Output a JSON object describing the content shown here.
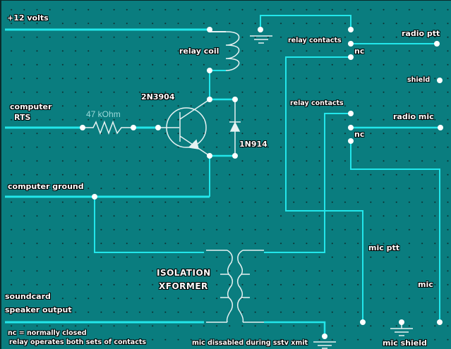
{
  "diagram": {
    "title": "SSTV computer interface schematic",
    "labels": {
      "plus12": "+12 volts",
      "relay_coil": "relay coil",
      "transistor": "2N3904",
      "computer": "computer",
      "rts": "RTS",
      "resistor": "47 kOhm",
      "diode": "1N914",
      "computer_ground": "computer ground",
      "isolation": "ISOLATION",
      "xformer": "XFORMER",
      "soundcard": "soundcard",
      "speaker_output": "speaker output",
      "note_nc": "nc = normally closed",
      "note_relay": "relay operates both sets of contacts",
      "mic_disabled": "mic dissabled during sstv xmit",
      "relay_contacts_1": "relay contacts",
      "nc_1": "nc",
      "radio_ptt": "radio ptt",
      "shield": "shield",
      "relay_contacts_2": "relay contacts",
      "nc_2": "nc",
      "radio_mic": "radio mic",
      "mic_ptt": "mic ptt",
      "mic": "mic",
      "mic_shield": "mic shield"
    },
    "colors": {
      "background": "#0a7d7f",
      "wire": "#22e6ea",
      "component": "#e6f2f2",
      "text": "#ffffff"
    }
  }
}
